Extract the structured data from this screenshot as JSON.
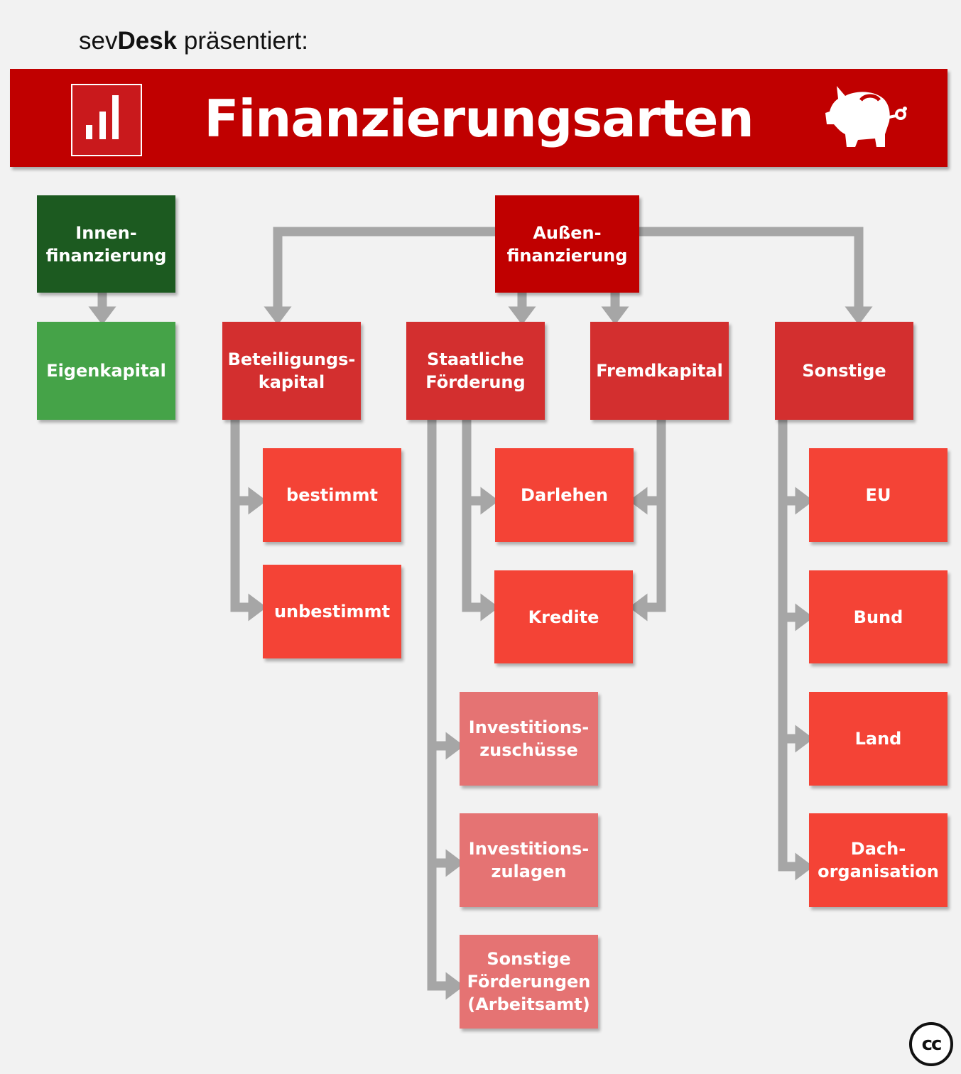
{
  "presenter": {
    "brand_light": "sev",
    "brand_bold": "Desk",
    "suffix": " präsentiert:"
  },
  "header": {
    "title": "Finanzierungsarten",
    "left_icon": "bar-chart-icon",
    "right_icon": "piggy-bank-icon"
  },
  "colors": {
    "banner": "#c00000",
    "innen": "#1c5a20",
    "eigenkapital": "#45a348",
    "level2": "#d32f2f",
    "level3": "#f44336",
    "foerderung": "#e57373",
    "connector": "#a6a6a6"
  },
  "nodes": {
    "innen": "Innen-\nfinanzierung",
    "eigenkapital": "Eigenkapital",
    "aussen": "Außen-\nfinanzierung",
    "beteiligung": "Beteiligungs-\nkapital",
    "staatlich": "Staatliche\nFörderung",
    "fremdkapital": "Fremdkapital",
    "sonstige": "Sonstige",
    "bestimmt": "bestimmt",
    "unbestimmt": "unbestimmt",
    "darlehen": "Darlehen",
    "kredite": "Kredite",
    "zuschuesse": "Investitions-\nzuschüsse",
    "zulagen": "Investitions-\nzulagen",
    "sonst_foerderung": "Sonstige\nFörderungen\n(Arbeitsamt)",
    "eu": "EU",
    "bund": "Bund",
    "land": "Land",
    "dach": "Dach-\norganisation"
  },
  "license": {
    "label": "cc"
  }
}
